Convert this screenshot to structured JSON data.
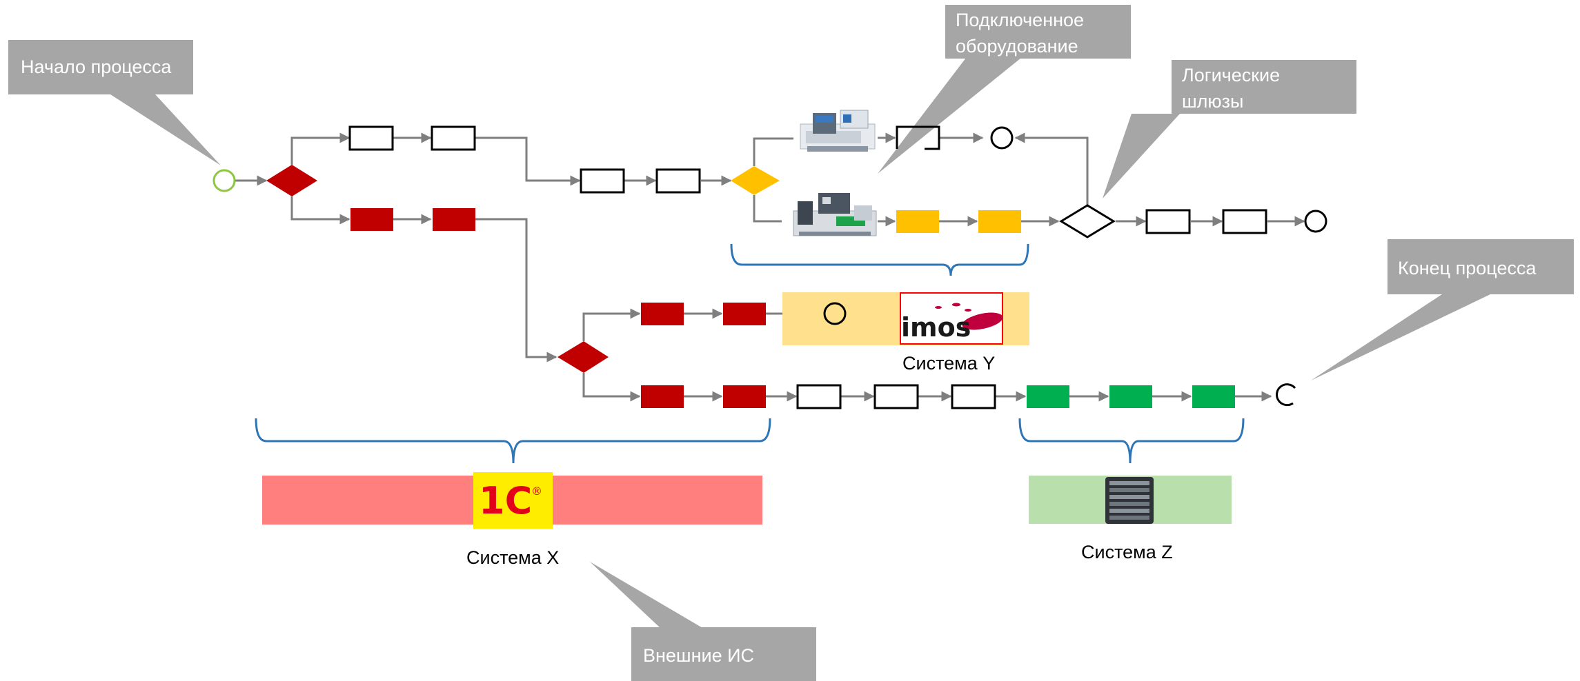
{
  "callouts": {
    "start": "Начало процесса",
    "equipment_line1": "Подключенное",
    "equipment_line2": "оборудование",
    "gateways_line1": "Логические",
    "gateways_line2": "шлюзы",
    "end": "Конец процесса",
    "external": "Внешние ИС"
  },
  "systems": {
    "x": "Система X",
    "y": "Система Y",
    "z": "Система Z"
  },
  "logos": {
    "imos": "imos",
    "onec": "1C",
    "onec_mark": "®",
    "server_icon": "server-rack-icon",
    "machine_icon": "cnc-machine-icon"
  },
  "colors": {
    "red": "#c00000",
    "orange": "#ffc000",
    "green": "#00b050",
    "callout_gray": "#a6a6a6",
    "arrow_gray": "#7f7f7f",
    "bracket_blue": "#2e75b6",
    "system_x_band": "#ff7f7f",
    "system_y_band": "#ffe08c",
    "system_z_band": "#b9dfad",
    "onec_bg": "#ffed00",
    "start_event": "#8dc63f"
  }
}
